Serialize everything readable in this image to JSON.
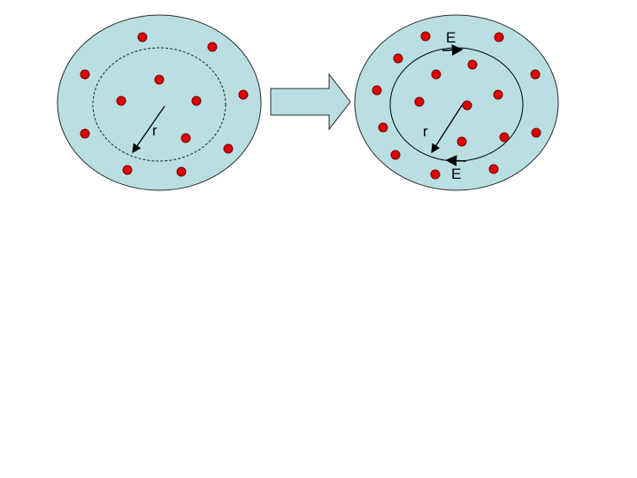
{
  "diagram": {
    "before": {
      "radius_label": "r"
    },
    "after": {
      "radius_label": "r",
      "field_label_top": "E",
      "field_label_bottom": "E"
    }
  },
  "colors": {
    "disk_fill": "#b9dfe3",
    "disk_stroke": "#2b2b2b",
    "charge_fill": "#dd0000",
    "charge_stroke": "#7a0000",
    "arrow_fill": "#b9dfe3",
    "line": "#000000"
  }
}
